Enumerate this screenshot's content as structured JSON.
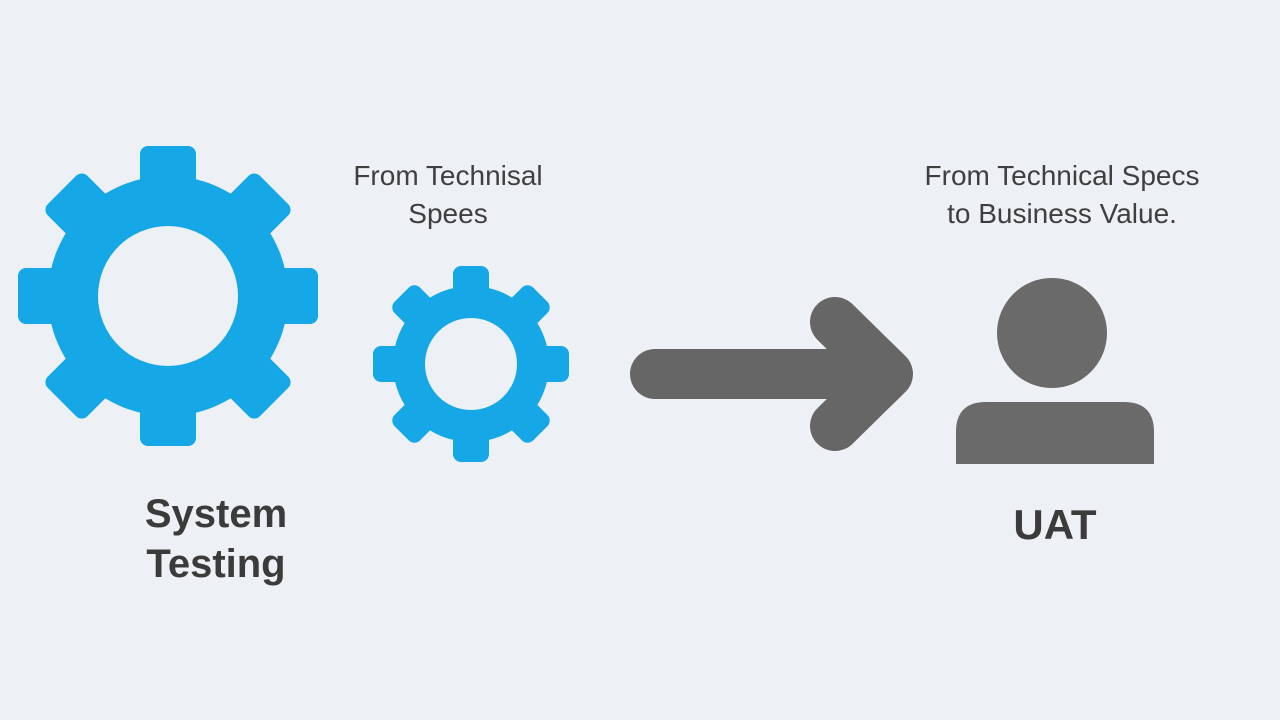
{
  "diagram": {
    "left_caption": "From Technisal\nSpees",
    "right_caption": "From Technical Specs\nto Business Value.",
    "left_label": "System\nTesting",
    "right_label": "UAT",
    "icons": {
      "large_gear": "gear-icon",
      "small_gear": "gear-icon",
      "arrow": "arrow-right-icon",
      "user": "user-icon"
    },
    "colors": {
      "background": "#edf1f5",
      "gear": "#16a7e6",
      "arrow": "#666666",
      "user": "#6a6a6a",
      "text": "#3f3f3f"
    }
  }
}
